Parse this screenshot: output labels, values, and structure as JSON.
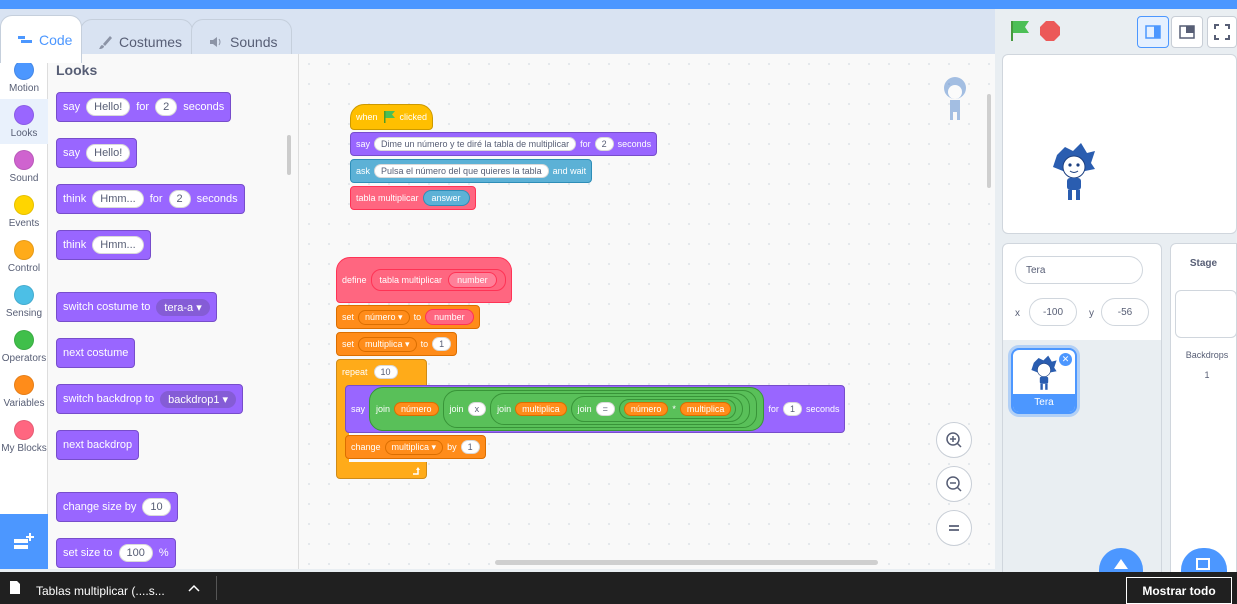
{
  "tabs": [
    {
      "label": "Code"
    },
    {
      "label": "Costumes"
    },
    {
      "label": "Sounds"
    }
  ],
  "categories": [
    {
      "label": "Motion",
      "color": "#4c97ff"
    },
    {
      "label": "Looks",
      "color": "#9966ff"
    },
    {
      "label": "Sound",
      "color": "#cf63cf"
    },
    {
      "label": "Events",
      "color": "#ffd500"
    },
    {
      "label": "Control",
      "color": "#ffab19"
    },
    {
      "label": "Sensing",
      "color": "#4cbfe6"
    },
    {
      "label": "Operators",
      "color": "#40bf4a"
    },
    {
      "label": "Variables",
      "color": "#ff8c1a"
    },
    {
      "label": "My Blocks",
      "color": "#ff6680"
    }
  ],
  "palette": {
    "title": "Looks",
    "say_for": {
      "say": "say",
      "msg": "Hello!",
      "for": "for",
      "n": "2",
      "seconds": "seconds"
    },
    "say": {
      "say": "say",
      "msg": "Hello!"
    },
    "think_for": {
      "think": "think",
      "msg": "Hmm...",
      "for": "for",
      "n": "2",
      "seconds": "seconds"
    },
    "think": {
      "think": "think",
      "msg": "Hmm..."
    },
    "switch_costume": {
      "label": "switch costume to",
      "value": "tera-a"
    },
    "next_costume": "next costume",
    "switch_backdrop": {
      "label": "switch backdrop to",
      "value": "backdrop1"
    },
    "next_backdrop": "next backdrop",
    "change_size": {
      "label": "change size by",
      "value": "10"
    },
    "set_size": {
      "label": "set size to",
      "value": "100",
      "unit": "%"
    }
  },
  "script1": {
    "hat_when": "when",
    "hat_clicked": "clicked",
    "say": "say",
    "say_msg": "Dime un número y te diré la tabla de multiplicar",
    "say_for": "for",
    "say_n": "2",
    "say_seconds": "seconds",
    "ask": "ask",
    "ask_msg": "Pulsa el número del que quieres la tabla",
    "ask_wait": "and wait",
    "call": "tabla multiplicar",
    "call_arg": "answer"
  },
  "script2": {
    "define": "define",
    "define_name": "tabla multiplicar",
    "define_param": "number",
    "set1": "set",
    "set1_var": "número",
    "set1_to": "to",
    "set1_val": "number",
    "set2": "set",
    "set2_var": "multiplica",
    "set2_to": "to",
    "set2_val": "1",
    "repeat": "repeat",
    "repeat_n": "10",
    "say": "say",
    "join": "join",
    "v_numero": "número",
    "x": "x",
    "v_multiplica": "multiplica",
    "eq": "=",
    "star": "*",
    "for": "for",
    "n": "1",
    "seconds": "seconds",
    "change": "change",
    "change_var": "multiplica",
    "by": "by",
    "change_val": "1"
  },
  "sprite": {
    "name": "Tera",
    "x_label": "x",
    "x": "-100",
    "y_label": "y",
    "y": "-56",
    "thumb_label": "Tera"
  },
  "stage_pane": {
    "title": "Stage",
    "backdrops_label": "Backdrops",
    "backdrops_count": "1"
  },
  "taskbar": {
    "download": "Tablas multiplicar (....s...",
    "show_all": "Mostrar todo"
  }
}
